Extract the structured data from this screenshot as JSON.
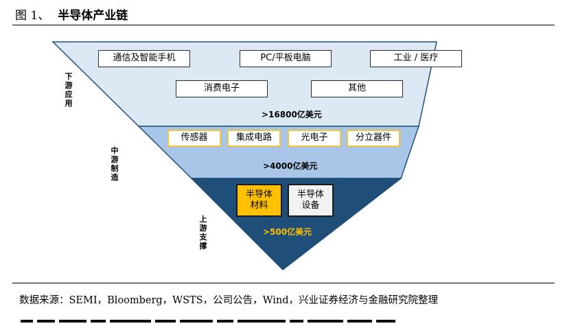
{
  "figure": {
    "number": "图 1、",
    "title": "半导体产业链"
  },
  "levels": {
    "downstream": {
      "side_label": "下游应用",
      "items": [
        "通信及智能手机",
        "PC/平板电脑",
        "工业 / 医疗",
        "消费电子",
        "其他"
      ],
      "value": ">16800亿美元",
      "color": "#dde8f5"
    },
    "midstream": {
      "side_label": "中游制造",
      "items": [
        "传感器",
        "集成电路",
        "光电子",
        "分立器件"
      ],
      "value": ">4000亿美元",
      "color": "#a9c6e8"
    },
    "upstream": {
      "side_label": "上游支撑",
      "items": [
        "半导体材料",
        "半导体设备"
      ],
      "value": ">500亿美元",
      "color": "#1f4e79",
      "value_color": "#ffc000"
    }
  },
  "source": "数据来源：SEMI，Bloomberg，WSTS，公司公告，Wind，兴业证券经济与金融研究院整理"
}
